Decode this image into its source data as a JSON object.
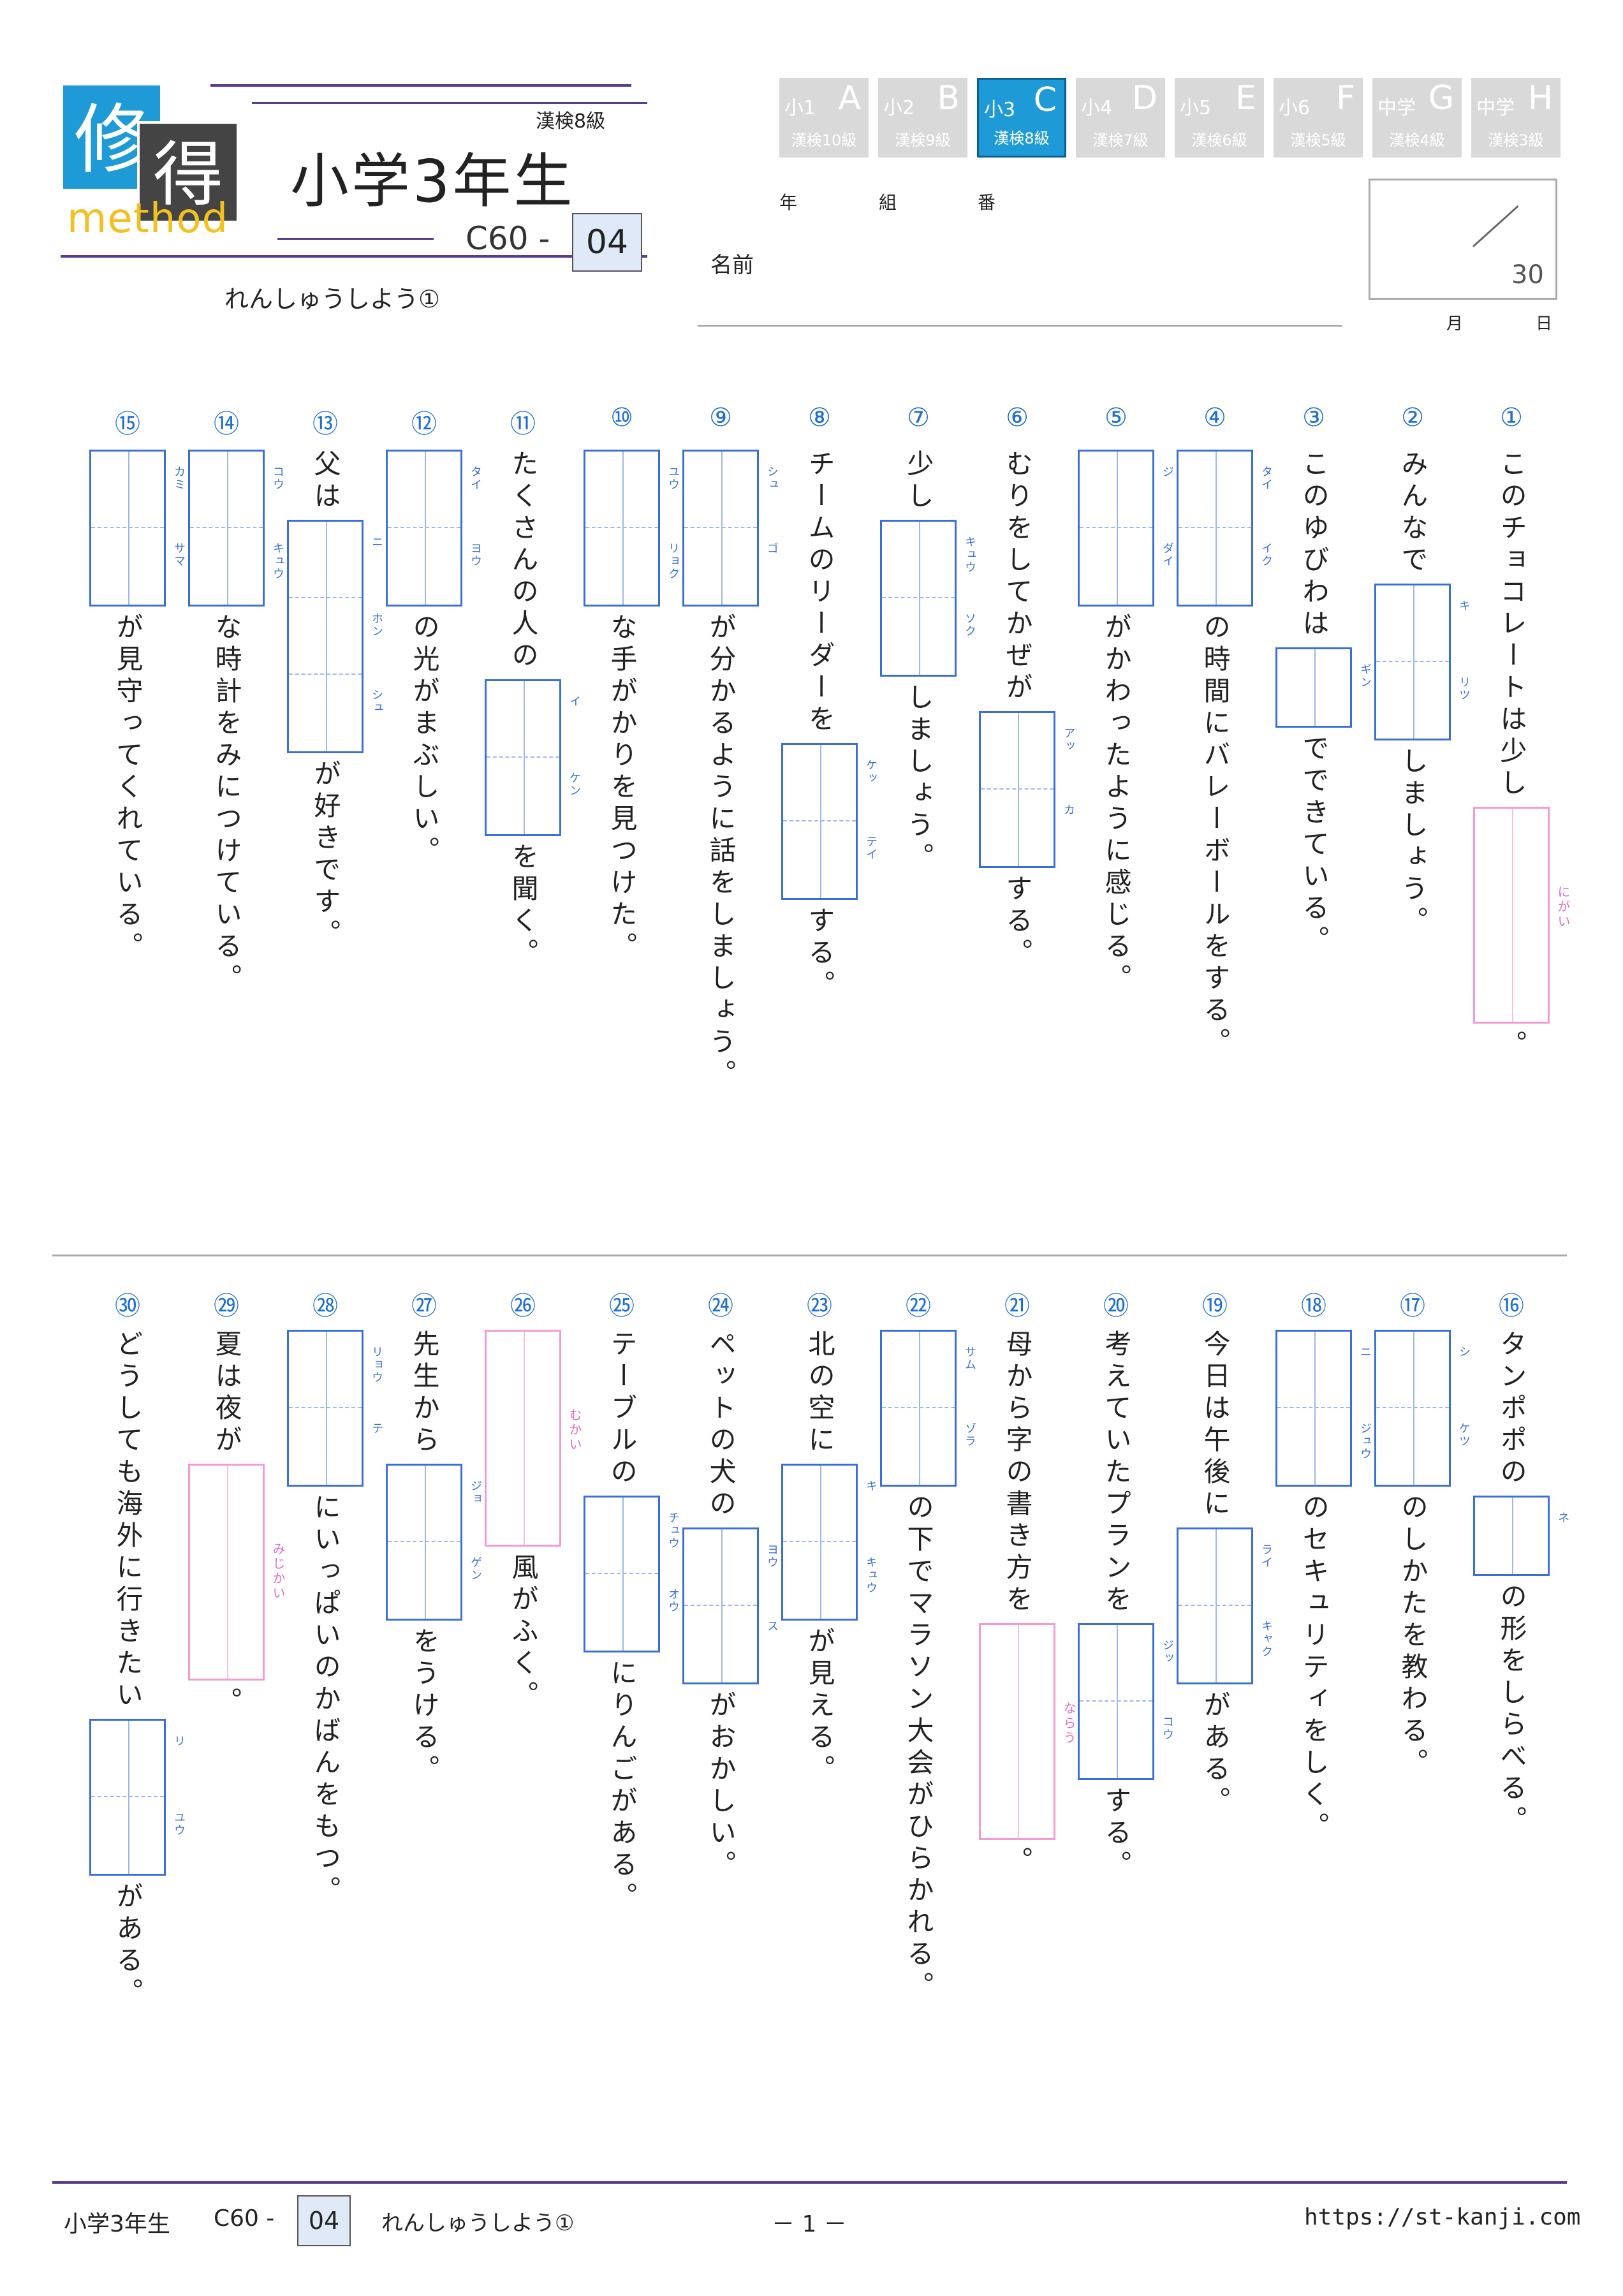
{
  "logo": {
    "char1": "修",
    "char2": "得",
    "word": "method"
  },
  "header": {
    "grade_sub": "漢検8級",
    "title": "小学3年生",
    "code_prefix": "C60 -",
    "code_number": "04",
    "subtitle": "れんしゅうしよう①"
  },
  "tabs": [
    {
      "grade": "小1",
      "letter": "A",
      "kanken": "漢検10級",
      "active": false
    },
    {
      "grade": "小2",
      "letter": "B",
      "kanken": "漢検9級",
      "active": false
    },
    {
      "grade": "小3",
      "letter": "C",
      "kanken": "漢検8級",
      "active": true
    },
    {
      "grade": "小4",
      "letter": "D",
      "kanken": "漢検7級",
      "active": false
    },
    {
      "grade": "小5",
      "letter": "E",
      "kanken": "漢検6級",
      "active": false
    },
    {
      "grade": "小6",
      "letter": "F",
      "kanken": "漢検5級",
      "active": false
    },
    {
      "grade": "中学",
      "letter": "G",
      "kanken": "漢検4級",
      "active": false
    },
    {
      "grade": "中学",
      "letter": "H",
      "kanken": "漢検3級",
      "active": false
    }
  ],
  "form": {
    "nen": "年",
    "kumi": "組",
    "ban": "番",
    "name_label": "名前",
    "score_total": "30",
    "month": "月",
    "day": "日"
  },
  "questions": [
    {
      "num": "①",
      "before": "このチョコレートは少し",
      "hira": "にがい",
      "after": "。"
    },
    {
      "num": "②",
      "before": "みんなで",
      "kanji_furi": [
        "キ",
        "リツ"
      ],
      "after": "しましょう。"
    },
    {
      "num": "③",
      "before": "このゆびわは",
      "kanji_furi": [
        "ギン"
      ],
      "after": "でできている。"
    },
    {
      "num": "④",
      "before": "",
      "kanji_furi": [
        "タイ",
        "イク"
      ],
      "after": "の時間にバレーボールをする。"
    },
    {
      "num": "⑤",
      "before": "",
      "kanji_furi": [
        "ジ",
        "ダイ"
      ],
      "after": "がかわったように感じる。"
    },
    {
      "num": "⑥",
      "before": "むりをしてかぜが",
      "kanji_furi": [
        "アッ",
        "カ"
      ],
      "after": "する。"
    },
    {
      "num": "⑦",
      "before": "少し",
      "kanji_furi": [
        "キュウ",
        "ソク"
      ],
      "after": "しましょう。"
    },
    {
      "num": "⑧",
      "before": "チームのリーダーを",
      "kanji_furi": [
        "ケッ",
        "テイ"
      ],
      "after": "する。"
    },
    {
      "num": "⑨",
      "before": "",
      "kanji_furi": [
        "シュ",
        "ゴ"
      ],
      "after": "が分かるように話をしましょう。"
    },
    {
      "num": "⑩",
      "before": "",
      "kanji_furi": [
        "ユウ",
        "リョク"
      ],
      "after": "な手がかりを見つけた。"
    },
    {
      "num": "⑪",
      "before": "たくさんの人の",
      "kanji_furi": [
        "イ",
        "ケン"
      ],
      "after": "を聞く。"
    },
    {
      "num": "⑫",
      "before": "",
      "kanji_furi": [
        "タイ",
        "ヨウ"
      ],
      "after": "の光がまぶしい。"
    },
    {
      "num": "⑬",
      "before": "父は",
      "kanji_furi": [
        "ニ",
        "ホン",
        "シュ"
      ],
      "after": "が好きです。"
    },
    {
      "num": "⑭",
      "before": "",
      "kanji_furi": [
        "コウ",
        "キュウ"
      ],
      "after": "な時計をみにつけている。"
    },
    {
      "num": "⑮",
      "before": "",
      "kanji_furi": [
        "カミ",
        "サマ"
      ],
      "after": "が見守ってくれている。"
    },
    {
      "num": "⑯",
      "before": "タンポポの",
      "kanji_furi": [
        "ネ"
      ],
      "after": "の形をしらべる。"
    },
    {
      "num": "⑰",
      "before": "",
      "kanji_furi": [
        "シ",
        "ケツ"
      ],
      "after": "のしかたを教わる。"
    },
    {
      "num": "⑱",
      "before": "",
      "kanji_furi": [
        "ニ",
        "ジュウ"
      ],
      "after": "のセキュリティをしく。"
    },
    {
      "num": "⑲",
      "before": "今日は午後に",
      "kanji_furi": [
        "ライ",
        "キャク"
      ],
      "after": "がある。"
    },
    {
      "num": "⑳",
      "before": "考えていたプランを",
      "kanji_furi": [
        "ジッ",
        "コウ"
      ],
      "after": "する。"
    },
    {
      "num": "㉑",
      "before": "母から字の書き方を",
      "hira": "ならう",
      "after": "。"
    },
    {
      "num": "㉒",
      "before": "",
      "kanji_furi": [
        "サム",
        "ゾラ"
      ],
      "after": "の下でマラソン大会がひらかれる。"
    },
    {
      "num": "㉓",
      "before": "北の空に",
      "kanji_furi": [
        "キ",
        "キュウ"
      ],
      "after": "が見える。"
    },
    {
      "num": "㉔",
      "before": "ペットの犬の",
      "kanji_furi": [
        "ヨウ",
        "ス"
      ],
      "after": "がおかしい。"
    },
    {
      "num": "㉕",
      "before": "テーブルの",
      "kanji_furi": [
        "チュウ",
        "オウ"
      ],
      "after": "にりんごがある。"
    },
    {
      "num": "㉖",
      "before": "",
      "hira": "むかい",
      "after": "風がふく。"
    },
    {
      "num": "㉗",
      "before": "先生から",
      "kanji_furi": [
        "ジョ",
        "ゲン"
      ],
      "after": "をうける。"
    },
    {
      "num": "㉘",
      "before": "",
      "kanji_furi": [
        "リョウ",
        "テ"
      ],
      "after": "にいっぱいのかばんをもつ。"
    },
    {
      "num": "㉙",
      "before": "夏は夜が",
      "hira": "みじかい",
      "after": "。"
    },
    {
      "num": "㉚",
      "before": "どうしても海外に行きたい",
      "kanji_furi": [
        "リ",
        "ユウ"
      ],
      "after": "がある。"
    }
  ],
  "footer": {
    "grade": "小学3年生",
    "code_prefix": "C60 -",
    "code_number": "04",
    "subtitle": "れんしゅうしよう①",
    "page": "－ 1 －",
    "url": "https://st-kanji.com"
  }
}
